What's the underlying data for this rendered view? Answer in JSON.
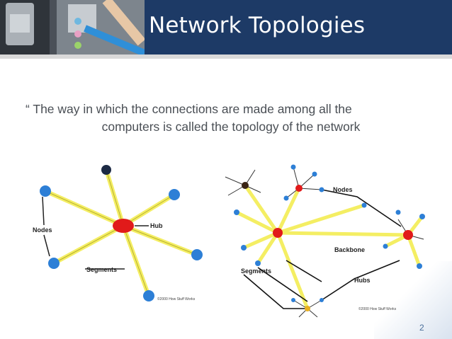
{
  "header": {
    "title": "Network Topologies"
  },
  "quote": {
    "line1": "“ The way in which the connections are made among all the",
    "line2": "computers is called the topology of the network"
  },
  "star_diagram": {
    "labels": {
      "nodes": "Nodes",
      "hub": "Hub",
      "segments": "Segments",
      "credit": "©2000 How Stuff Works"
    }
  },
  "mesh_diagram": {
    "labels": {
      "nodes": "Nodes",
      "backbone": "Backbone",
      "segments": "Segments",
      "hubs": "Hubs",
      "credit": "©2000 How Stuff Works"
    }
  },
  "footer": {
    "page_number": "2"
  },
  "colors": {
    "title_bar": "#1d3a66",
    "segment_yellow": "#f4ee63",
    "hub_red": "#e11a1a",
    "node_blue": "#2d7fd6"
  }
}
